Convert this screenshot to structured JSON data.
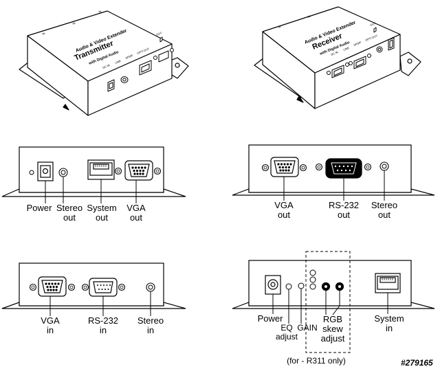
{
  "figure_number": "#279165",
  "transmitter_3d": {
    "title_line1": "Audio & Video Extender",
    "title_line2": "Transmitter",
    "title_line3": "with Digital Audio"
  },
  "receiver_3d": {
    "title_line1": "Audio & Video Extender",
    "title_line2": "Receiver",
    "title_line3": "with Digital Audio"
  },
  "panels": {
    "tx_rear": {
      "power": "Power",
      "stereo_out": [
        "Stereo",
        "out"
      ],
      "system_out": [
        "System",
        "out"
      ],
      "vga_out": [
        "VGA",
        "out"
      ]
    },
    "rx_rear": {
      "vga_out": [
        "VGA",
        "out"
      ],
      "rs232_out": [
        "RS-232",
        "out"
      ],
      "stereo_out": [
        "Stereo",
        "out"
      ]
    },
    "tx_front": {
      "vga_in": [
        "VGA",
        "in"
      ],
      "rs232_in": [
        "RS-232",
        "in"
      ],
      "stereo_in": [
        "Stereo",
        "in"
      ]
    },
    "rx_front": {
      "power": "Power",
      "eq_adjust": [
        "EQ",
        "adjust"
      ],
      "gain": "GAIN",
      "rgb_skew_adjust": [
        "RGB",
        "skew",
        "adjust"
      ],
      "system_in": [
        "System",
        "in"
      ],
      "note": "(for - R311 only)"
    }
  }
}
